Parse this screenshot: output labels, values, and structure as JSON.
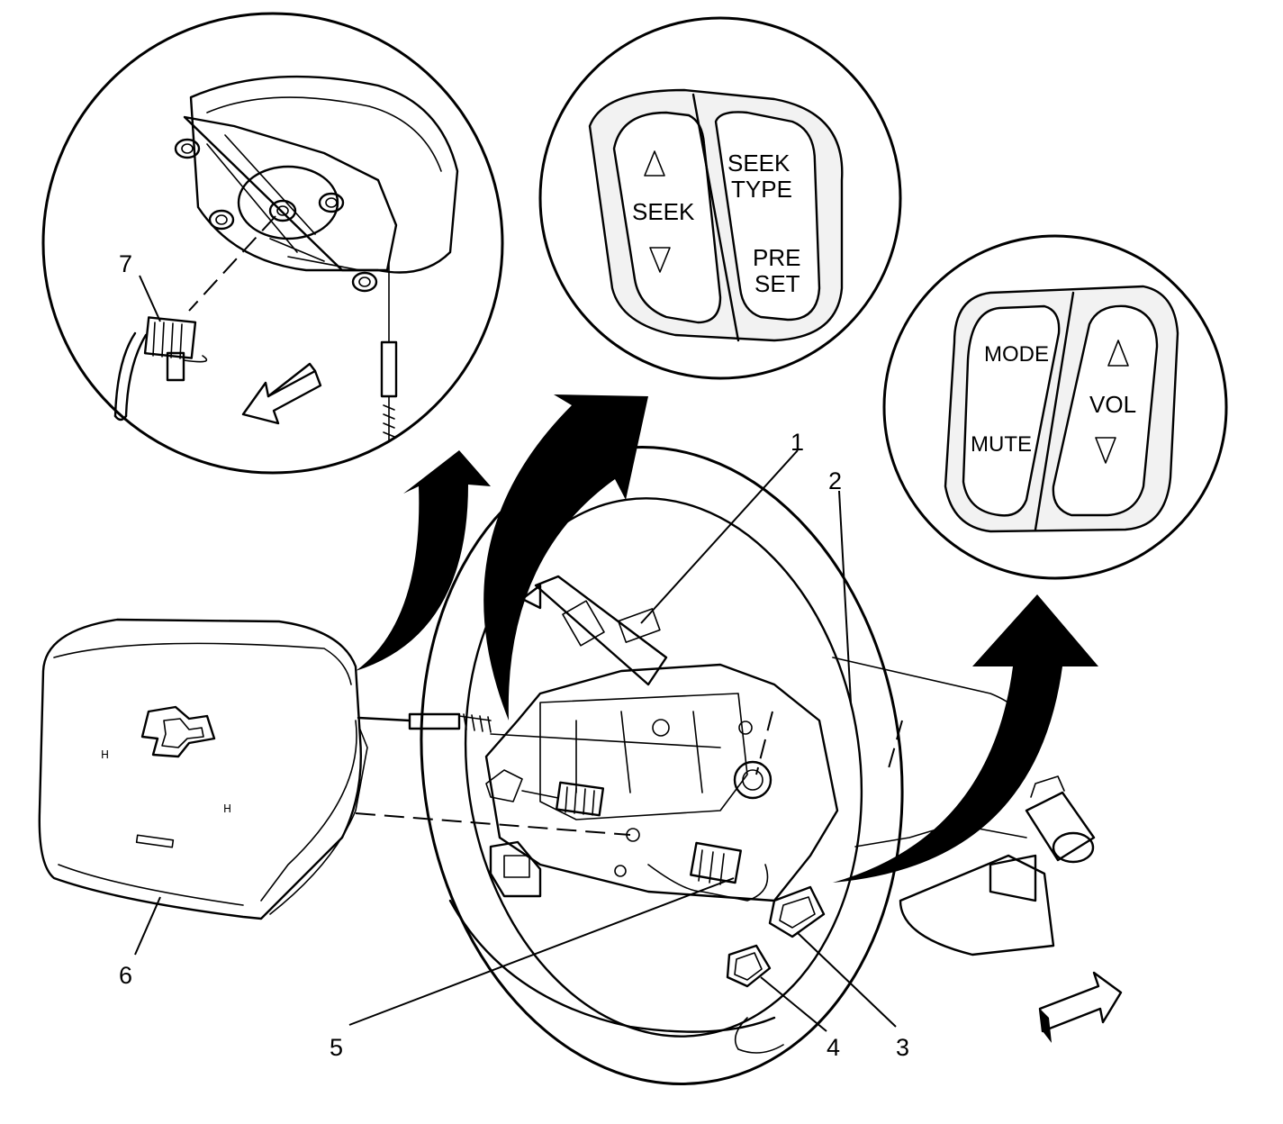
{
  "callouts": [
    {
      "id": "1",
      "label": "1"
    },
    {
      "id": "2",
      "label": "2"
    },
    {
      "id": "3",
      "label": "3"
    },
    {
      "id": "4",
      "label": "4"
    },
    {
      "id": "5",
      "label": "5"
    },
    {
      "id": "6",
      "label": "6"
    },
    {
      "id": "7",
      "label": "7"
    }
  ],
  "radio_controls": {
    "seek_label": "SEEK",
    "seek_type_line1": "SEEK",
    "seek_type_line2": "TYPE",
    "preset_line1": "PRE",
    "preset_line2": "SET"
  },
  "audio_controls": {
    "mode_label": "MODE",
    "mute_label": "MUTE",
    "vol_label": "VOL"
  },
  "colors": {
    "line": "#000000",
    "background": "#ffffff",
    "panel_fill": "#f2f2f2"
  }
}
